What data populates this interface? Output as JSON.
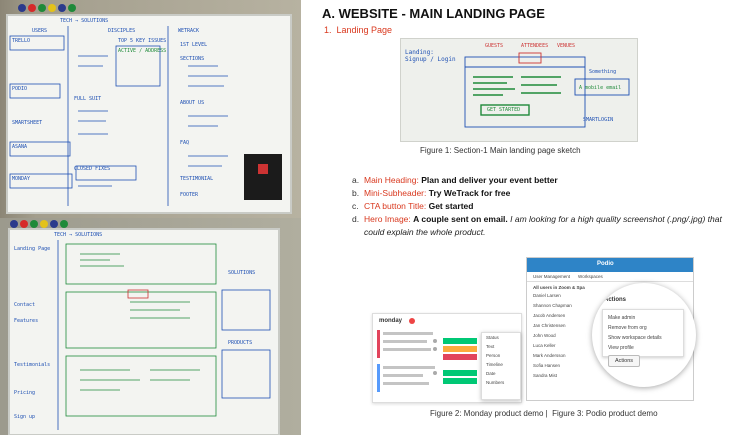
{
  "document": {
    "heading": "A. WEBSITE - MAIN LANDING PAGE",
    "subheading": "1.  Landing Page",
    "figure1_caption": "Figure 1: Section-1 Main landing page sketch",
    "items": [
      {
        "index": "a.",
        "label": "Main Heading:",
        "value": "Plan and deliver your event better"
      },
      {
        "index": "b.",
        "label": "Mini-Subheader:",
        "value": "Try WeTrack for free"
      },
      {
        "index": "c.",
        "label": "CTA button Title:",
        "value": "Get started"
      },
      {
        "index": "d.",
        "label": "Hero Image:",
        "value": "A couple sent on email.",
        "note": "I am looking for a high quality screenshot (.png/.jpg) that could explain the whole product."
      }
    ],
    "figure23_caption": "Figure 2: Monday product demo |  Figure 3: Podio product demo"
  },
  "whiteboard_top": {
    "header": "TECH → SOLUTIONS",
    "columns": [
      "USERS",
      "DISCIPLES",
      "WETRACK"
    ],
    "left": [
      "TRELLO",
      "PODIO",
      "SMARTSHEET",
      "ASANA",
      "MONDAY"
    ],
    "middle": [
      "TOP 5 KEY ISSUES",
      "ACTIVE / ADDRESS",
      "FULL SUIT",
      "CLOSED FIXES"
    ],
    "right": [
      "1ST LEVEL",
      "SECTIONS",
      "ABOUT US",
      "FAQ",
      "TESTIMONIAL",
      "FOOTER"
    ]
  },
  "whiteboard_bottom": {
    "header": "TECH → SOLUTIONS",
    "left": [
      "Landing Page",
      "Contact",
      "Features",
      "Testimonials",
      "Pricing",
      "Sign up"
    ],
    "right": [
      "SOLUTIONS",
      "PRODUCTS"
    ]
  },
  "sketch": {
    "left_label": "Landing: Signup / Login",
    "top_labels": [
      "GUESTS",
      "ATTENDEES",
      "VENUES"
    ],
    "cta": "GET STARTED",
    "right_labels": [
      "Something",
      "A mobile email"
    ],
    "bottom_label": "SMARTLOGIN"
  },
  "monday": {
    "brand": "monday",
    "menu": [
      "Status",
      "Text",
      "Person",
      "Timeline",
      "Date",
      "Numbers"
    ]
  },
  "podio": {
    "brand": "Podio",
    "tabs": [
      "User Management",
      "Workspaces"
    ],
    "list_title": "All users in Zoom & Spa",
    "users": [
      "Daniel Larsen",
      "Shannon Chapman",
      "Jacob Andersen",
      "Jan Christensen",
      "John Wood",
      "Luca Keller",
      "Mark Andersson",
      "Sofia Hansen",
      "Sandra Mist"
    ],
    "actions_button": "Actions",
    "popup_title": "Actions",
    "popup_items": [
      "Make admin",
      "Remove from org",
      "Show workspace details",
      "View profile"
    ]
  },
  "colors": {
    "accent_red": "#d9381e",
    "marker_blue": "#1d4fb3",
    "marker_green": "#1f8a3a",
    "podio_blue": "#2e84c7"
  }
}
